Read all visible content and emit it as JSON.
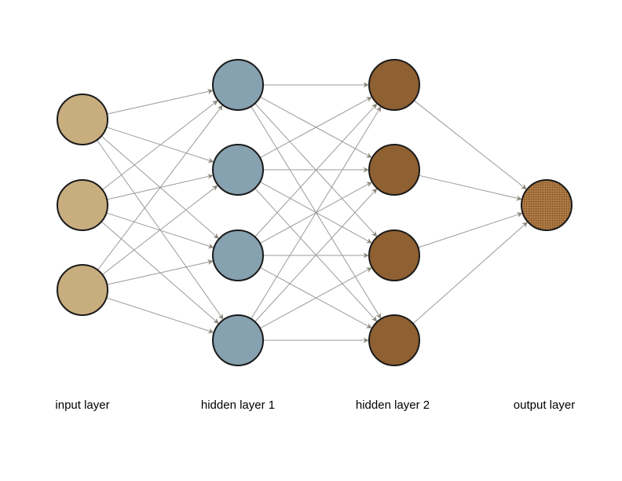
{
  "layers": [
    {
      "label": "input layer",
      "nodes": 3,
      "color": "#c8ad7f"
    },
    {
      "label": "hidden layer 1",
      "nodes": 4,
      "color": "#86a1b0"
    },
    {
      "label": "hidden layer 2",
      "nodes": 4,
      "color": "#8f6032"
    },
    {
      "label": "output layer",
      "nodes": 1,
      "color": "#a6733f"
    }
  ],
  "edge_color": "#9a9a9a",
  "arrow_color": "#8b8579"
}
